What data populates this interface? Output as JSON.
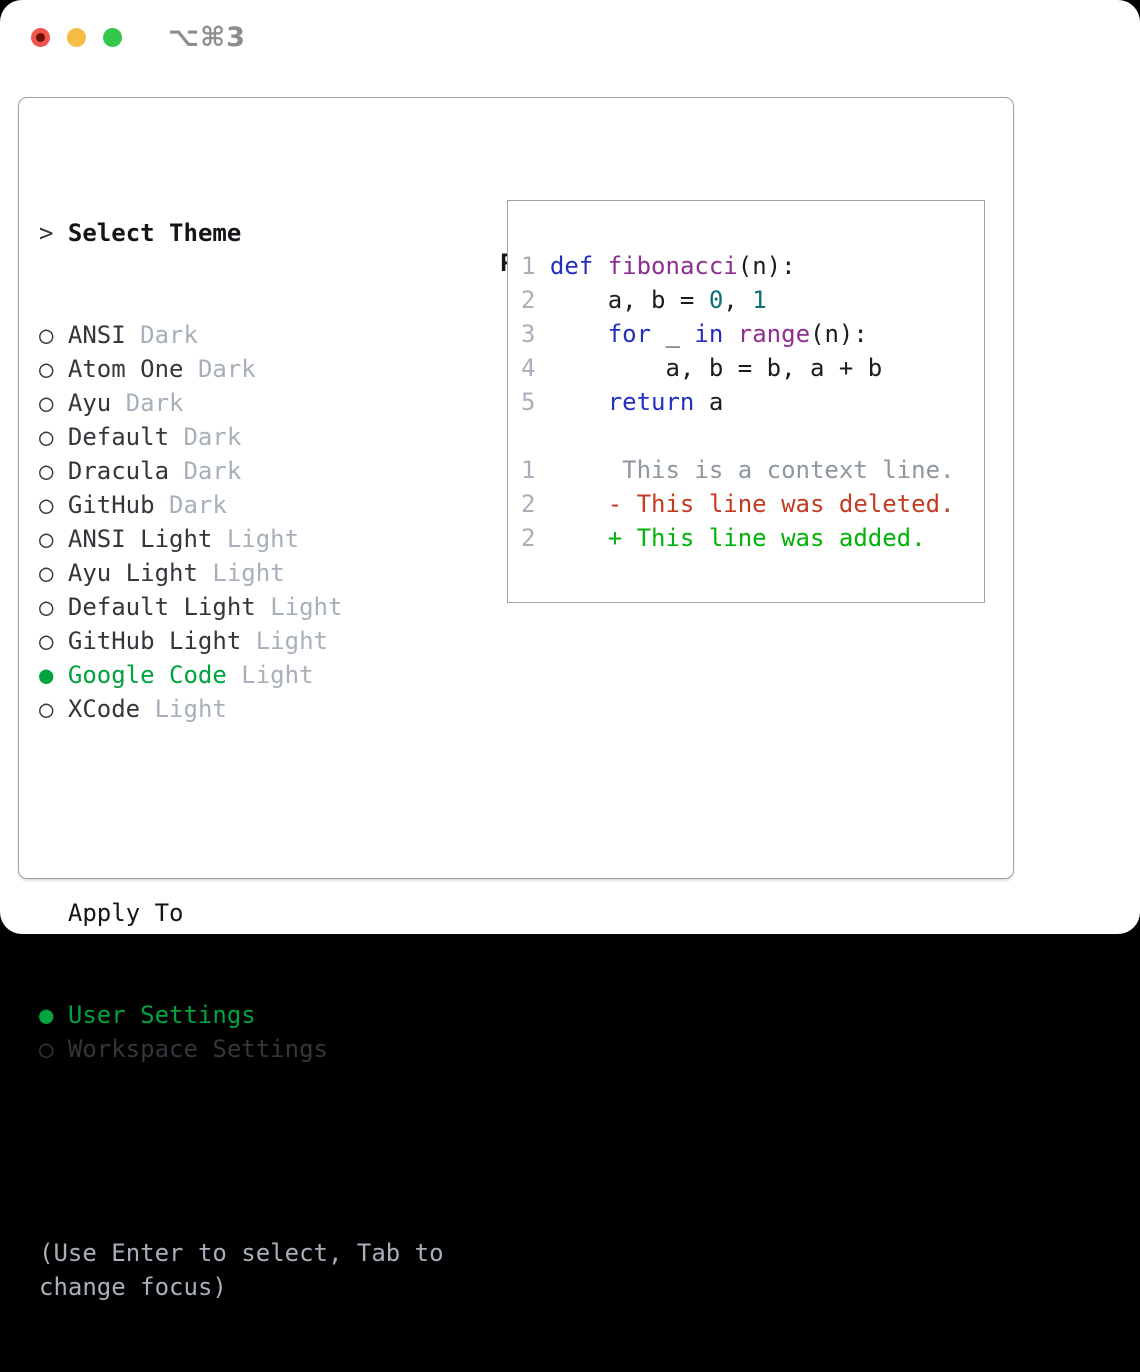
{
  "window": {
    "shortcut": "⌥⌘3",
    "traffic_lights": [
      {
        "name": "close",
        "color": "#f1564c",
        "dot_color": "#6f1007"
      },
      {
        "name": "minimize",
        "color": "#f6bd45"
      },
      {
        "name": "maximize",
        "color": "#35c64c"
      }
    ]
  },
  "theme_selector": {
    "header": {
      "cursor": ">",
      "label": "Select Theme"
    },
    "markers": {
      "selected": "●",
      "unselected": "○"
    },
    "items": [
      {
        "name": "ANSI",
        "variant": "Dark",
        "selected": false
      },
      {
        "name": "Atom One",
        "variant": "Dark",
        "selected": false
      },
      {
        "name": "Ayu",
        "variant": "Dark",
        "selected": false
      },
      {
        "name": "Default",
        "variant": "Dark",
        "selected": false
      },
      {
        "name": "Dracula",
        "variant": "Dark",
        "selected": false
      },
      {
        "name": "GitHub",
        "variant": "Dark",
        "selected": false
      },
      {
        "name": "ANSI Light",
        "variant": "Light",
        "selected": false
      },
      {
        "name": "Ayu Light",
        "variant": "Light",
        "selected": false
      },
      {
        "name": "Default Light",
        "variant": "Light",
        "selected": false
      },
      {
        "name": "GitHub Light",
        "variant": "Light",
        "selected": false
      },
      {
        "name": "Google Code",
        "variant": "Light",
        "selected": true
      },
      {
        "name": "XCode",
        "variant": "Light",
        "selected": false
      }
    ]
  },
  "apply_to": {
    "header": "Apply To",
    "options": [
      {
        "label": "User Settings",
        "selected": true
      },
      {
        "label": "Workspace Settings",
        "selected": false
      }
    ]
  },
  "help_text": [
    "(Use Enter to select, Tab to",
    "change focus)"
  ],
  "preview": {
    "header": "Preview",
    "lines": [
      {
        "num": "1",
        "segments": [
          {
            "t": "def",
            "c": "kw"
          },
          {
            "t": " ",
            "c": "plain"
          },
          {
            "t": "fibonacci",
            "c": "fn"
          },
          {
            "t": "(n):",
            "c": "plain"
          }
        ]
      },
      {
        "num": "2",
        "segments": [
          {
            "t": "    a, b = ",
            "c": "plain"
          },
          {
            "t": "0",
            "c": "num"
          },
          {
            "t": ", ",
            "c": "plain"
          },
          {
            "t": "1",
            "c": "num"
          }
        ]
      },
      {
        "num": "3",
        "segments": [
          {
            "t": "    ",
            "c": "plain"
          },
          {
            "t": "for",
            "c": "kw"
          },
          {
            "t": " _ ",
            "c": "plain"
          },
          {
            "t": "in",
            "c": "kw"
          },
          {
            "t": " ",
            "c": "plain"
          },
          {
            "t": "range",
            "c": "fn"
          },
          {
            "t": "(n):",
            "c": "plain"
          }
        ]
      },
      {
        "num": "4",
        "segments": [
          {
            "t": "        a, b = b, a + b",
            "c": "plain"
          }
        ]
      },
      {
        "num": "5",
        "segments": [
          {
            "t": "    ",
            "c": "plain"
          },
          {
            "t": "return",
            "c": "kw"
          },
          {
            "t": " a",
            "c": "plain"
          }
        ]
      },
      {
        "num": "",
        "segments": []
      },
      {
        "num": "1",
        "segments": [
          {
            "t": "     This is a context line.",
            "c": "ctx"
          }
        ]
      },
      {
        "num": "2",
        "segments": [
          {
            "t": "    - This line was deleted.",
            "c": "del"
          }
        ]
      },
      {
        "num": "2",
        "segments": [
          {
            "t": "    + This line was added.",
            "c": "add"
          }
        ]
      }
    ]
  },
  "colors": {
    "text_primary": "#33373c",
    "text_heading": "#141519",
    "text_muted": "#a7b0ba",
    "accent_green": "#00a33e",
    "panel_border": "#99a3ae",
    "shortcut_gray": "#8d8d8d",
    "code": {
      "plain": "#1b1c20",
      "kw": "#2230c0",
      "fn": "#8d2f90",
      "num": "#0e6f74",
      "lineno": "#a7b0ba",
      "ctx": "#8e969e",
      "del": "#c23b22",
      "add": "#00b306"
    }
  }
}
